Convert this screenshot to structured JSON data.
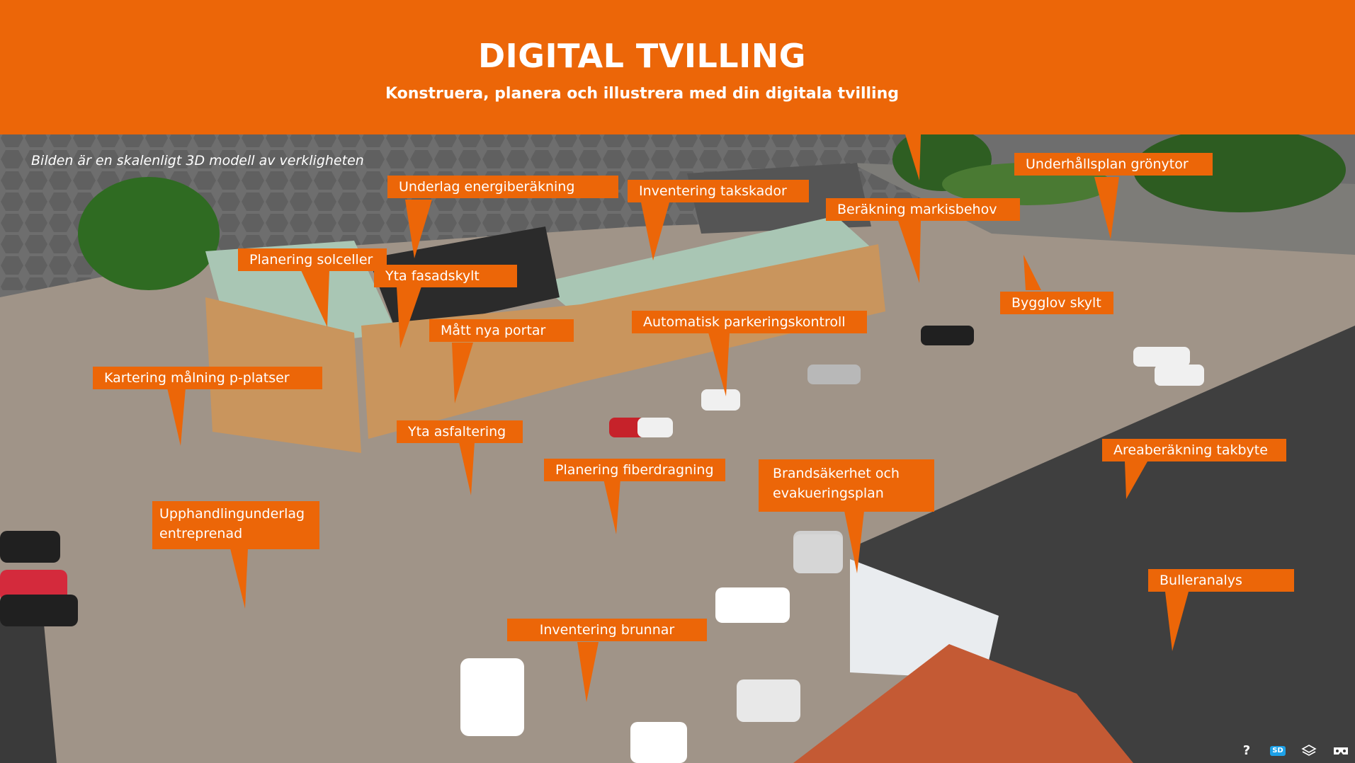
{
  "header": {
    "title": "DIGITAL TVILLING",
    "subtitle": "Konstruera, planera och illustrera med din digitala tvilling"
  },
  "caption": "Bilden är en skalenligt 3D modell av verkligheten",
  "callouts": {
    "underlag_energi": "Underlag energiberäkning",
    "inventering_takskador": "Inventering takskador",
    "underhallsplan": "Underhållsplan grönytor",
    "berakning_markis": "Beräkning markisbehov",
    "planering_solceller": "Planering solceller",
    "yta_fasadskylt": "Yta fasadskylt",
    "bygglov_skylt": "Bygglov skylt",
    "matt_portar": "Mått nya portar",
    "parkeringskontroll": "Automatisk parkeringskontroll",
    "kartering": "Kartering målning p-platser",
    "yta_asfaltering": "Yta asfaltering",
    "areaberakning": "Areaberäkning takbyte",
    "fiberdragning": "Planering fiberdragning",
    "brandsakerhet": "Brandsäkerhet och evakueringsplan",
    "upphandling": "Upphandlingunderlag entreprenad",
    "bulleranalys": "Bulleranalys",
    "brunnar": "Inventering brunnar"
  },
  "toolbar": {
    "help_glyph": "?",
    "badge": "SD"
  },
  "colors": {
    "accent": "#ec6608",
    "text": "#ffffff"
  }
}
